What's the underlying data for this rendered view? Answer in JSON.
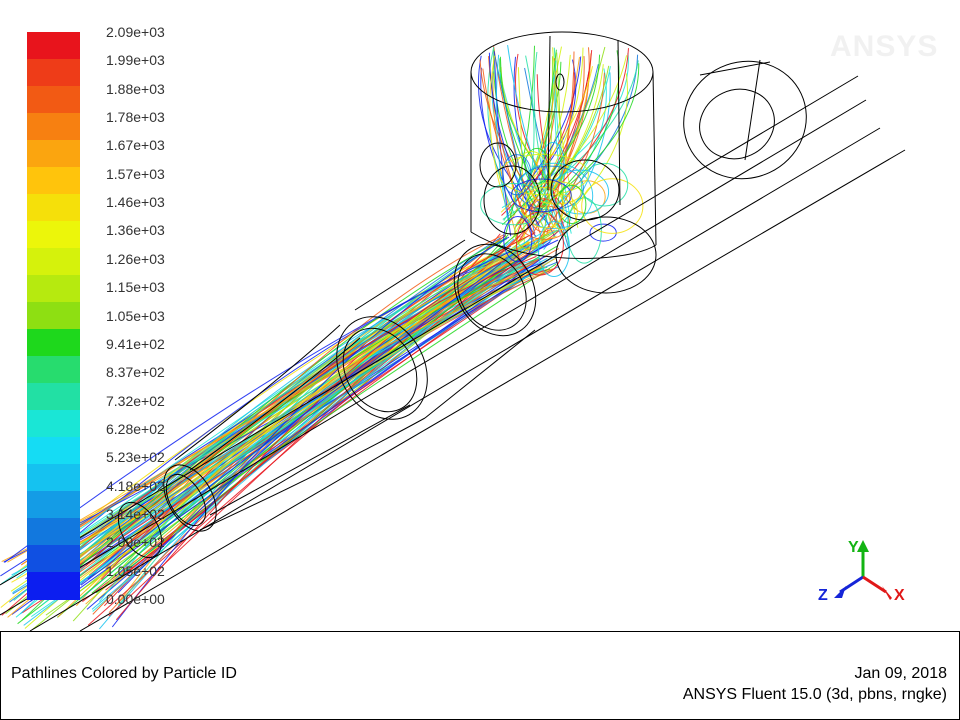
{
  "colorbar": {
    "labels": [
      "2.09e+03",
      "1.99e+03",
      "1.88e+03",
      "1.78e+03",
      "1.67e+03",
      "1.57e+03",
      "1.46e+03",
      "1.36e+03",
      "1.26e+03",
      "1.15e+03",
      "1.05e+03",
      "9.41e+02",
      "8.37e+02",
      "7.32e+02",
      "6.28e+02",
      "5.23e+02",
      "4.18e+02",
      "3.14e+02",
      "2.09e+02",
      "1.05e+02",
      "0.00e+00"
    ],
    "colors": [
      "#e8141c",
      "#ee3c18",
      "#f25a14",
      "#f78011",
      "#fba50f",
      "#ffc40c",
      "#f5e00a",
      "#ecf60a",
      "#d5f20c",
      "#b6ea0f",
      "#8edf12",
      "#1ed81c",
      "#27dc6e",
      "#22e0a4",
      "#1ae6d6",
      "#15dcf4",
      "#15c2f0",
      "#149ce6",
      "#1278de",
      "#1050e2",
      "#0c1ef0"
    ]
  },
  "watermark": "ANSYS",
  "axes": {
    "y": "Y",
    "z": "Z",
    "x": "X"
  },
  "footer": {
    "title": "Pathlines Colored by Particle ID",
    "date": "Jan 09, 2018",
    "solver": "ANSYS Fluent 15.0 (3d, pbns, rngke)"
  },
  "pathline_colors": [
    "#e8141c",
    "#f25a14",
    "#fba50f",
    "#f5e00a",
    "#d5f20c",
    "#8edf12",
    "#1ed81c",
    "#22e0a4",
    "#1ae6d6",
    "#15c2f0",
    "#1278de",
    "#0c1ef0"
  ]
}
